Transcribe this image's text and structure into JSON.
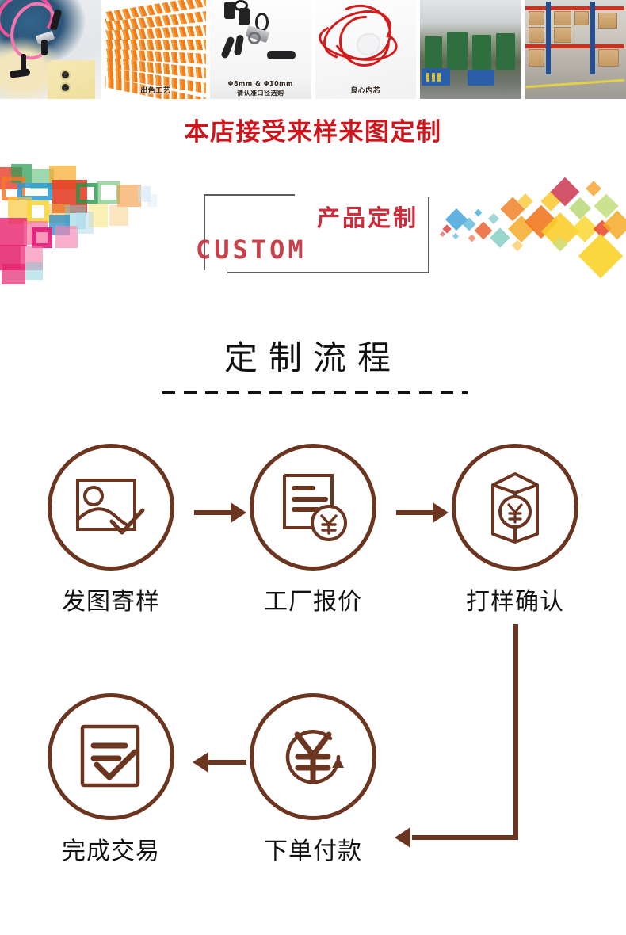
{
  "photo_strip": {
    "name": "product-photo-strip",
    "photos": [
      {
        "id": "photo-lanyard-phone",
        "caption": ""
      },
      {
        "id": "photo-braided-cord",
        "caption": "出色工艺"
      },
      {
        "id": "photo-hardware-parts",
        "caption": "Φ8mm & Φ10mm",
        "caption2": "请认准口径选购"
      },
      {
        "id": "photo-red-cords",
        "caption": "良心内芯"
      },
      {
        "id": "photo-factory-line",
        "caption": ""
      },
      {
        "id": "photo-warehouse",
        "caption": ""
      }
    ]
  },
  "headline": {
    "text": "本店接受来样来图定制",
    "color": "#d0141b"
  },
  "banner": {
    "cn_title": "产品定制",
    "en_title": "CUSTOM",
    "cn_color": "#cf2b3a",
    "en_color": "#c8404a",
    "frame_color": "#5d5d5d"
  },
  "section": {
    "title": "定制流程",
    "title_color": "#111111",
    "divider": "dashed-line"
  },
  "flow": {
    "accent_color": "#6b3520",
    "label_color": "#121212",
    "steps": [
      {
        "index": 1,
        "label": "发图寄样",
        "icon": "photo-check-icon"
      },
      {
        "index": 2,
        "label": "工厂报价",
        "icon": "document-yen-icon"
      },
      {
        "index": 3,
        "label": "打样确认",
        "icon": "package-yen-icon"
      },
      {
        "index": 4,
        "label": "下单付款",
        "icon": "yen-refresh-icon"
      },
      {
        "index": 5,
        "label": "完成交易",
        "icon": "checklist-done-icon"
      }
    ],
    "connectors": [
      {
        "id": "arrow-step1-step2",
        "direction": "right"
      },
      {
        "id": "arrow-step2-step3",
        "direction": "right"
      },
      {
        "id": "elbow-step3-step4",
        "direction": "down-left"
      },
      {
        "id": "arrow-step4-step5",
        "direction": "left"
      }
    ]
  }
}
